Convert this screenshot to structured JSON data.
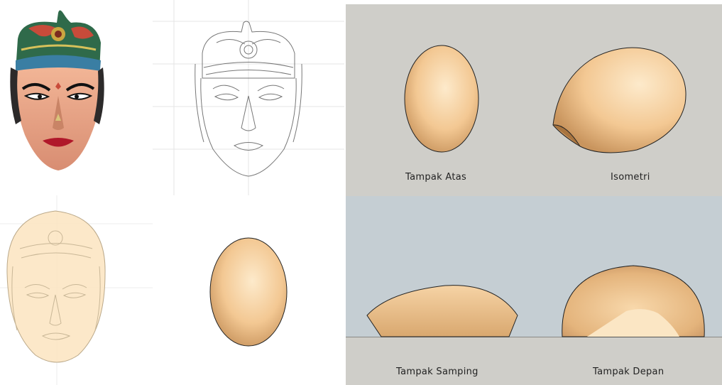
{
  "views": {
    "top_label": "Tampak Atas",
    "iso_label": "Isometri",
    "side_label": "Tampak Samping",
    "front_label": "Tampak Depan"
  },
  "colors": {
    "shell_light": "#fdeacb",
    "shell_mid": "#f3c893",
    "shell_dark": "#c9955e",
    "top_bg": "#cfcec9",
    "bottom_bg": "#c5ced3"
  }
}
